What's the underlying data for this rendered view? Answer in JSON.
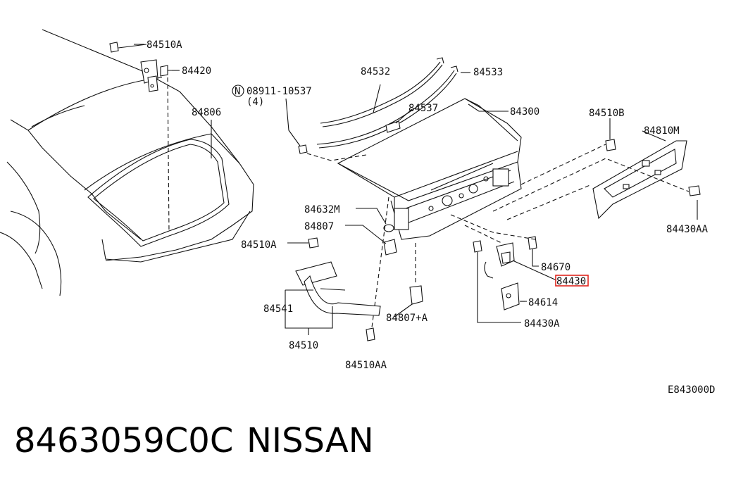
{
  "diagram": {
    "labels": {
      "l84510A_top": "84510A",
      "l84420": "84420",
      "l84532": "84532",
      "l84533": "84533",
      "l08911": "08911-10537",
      "l08911_qty": "(4)",
      "l84806": "84806",
      "l84537": "84537",
      "l84300": "84300",
      "l84510B": "84510B",
      "l84810M": "84810M",
      "l84430AA": "84430AA",
      "l84632M": "84632M",
      "l84807": "84807",
      "l84510A_mid": "84510A",
      "l84670": "84670",
      "l84430_hl": "84430",
      "l84614": "84614",
      "l84541": "84541",
      "l84807A": "84807+A",
      "l84430A": "84430A",
      "l84510": "84510",
      "l84510AA": "84510AA",
      "code": "E843000D"
    },
    "highlight_color": "#e0261e",
    "n_symbol": "N"
  },
  "footer": {
    "part_number": "8463059C0C",
    "brand": "NISSAN"
  }
}
